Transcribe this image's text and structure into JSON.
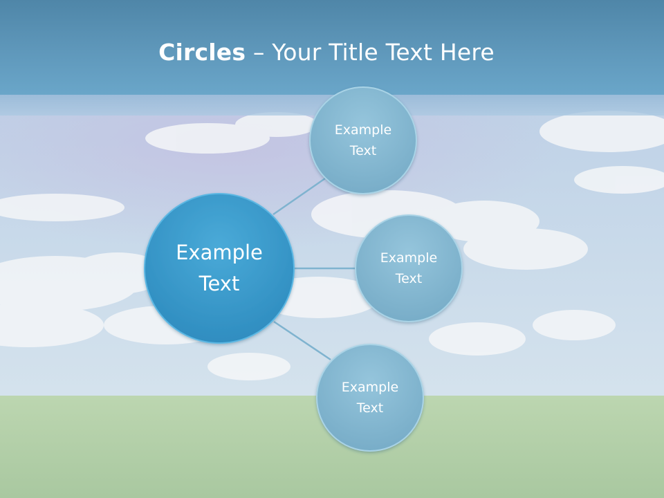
{
  "slide": {
    "title_bold": "Circles",
    "title_rest": " – Your Title Text Here"
  },
  "diagram": {
    "center": {
      "line1": "Example",
      "line2": "Text",
      "color": "#3a9acb"
    },
    "satellites": [
      {
        "line1": "Example",
        "line2": "Text"
      },
      {
        "line1": "Example",
        "line2": "Text"
      },
      {
        "line1": "Example",
        "line2": "Text"
      }
    ],
    "satellite_color": "#86b9d2",
    "connector_color": "#7fb3cf"
  }
}
